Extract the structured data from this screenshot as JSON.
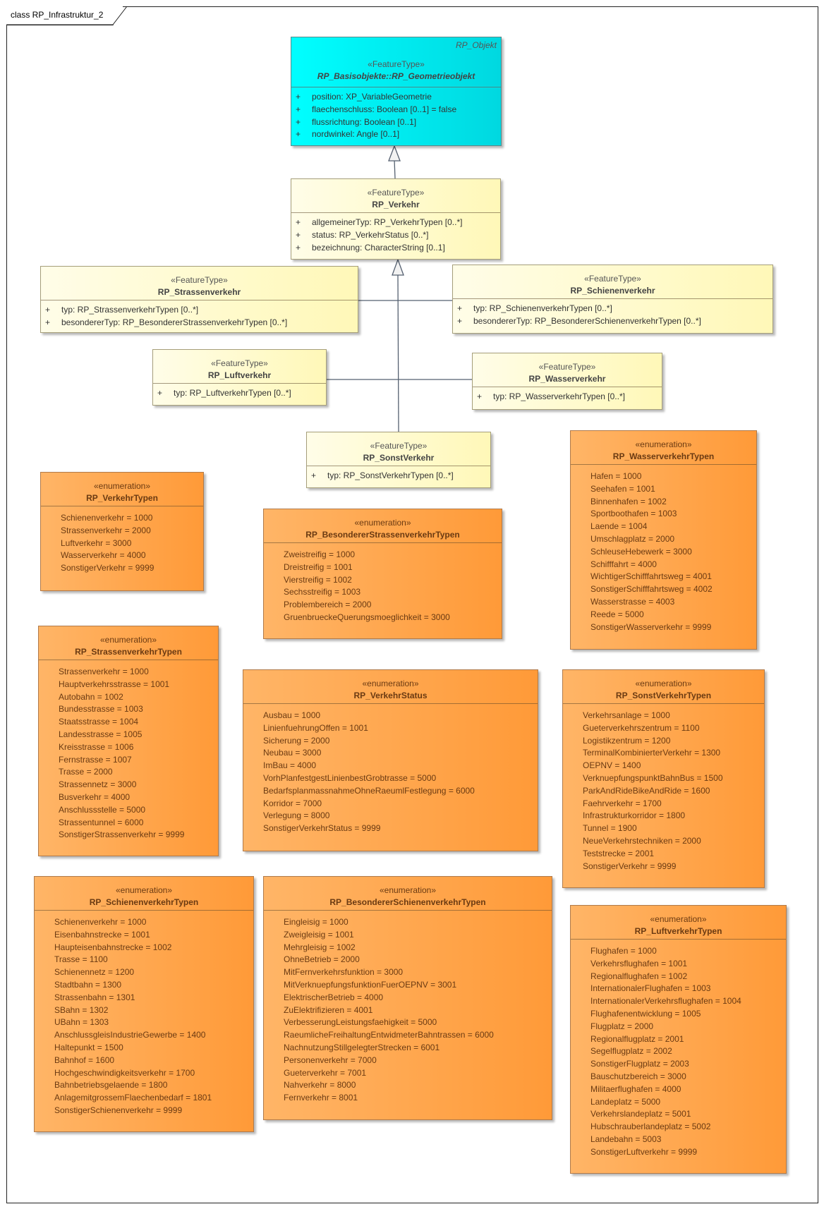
{
  "diagram": {
    "title": "class RP_Infrastruktur_2"
  },
  "colors": {
    "feature_base": "#00ffff",
    "feature": "#fff8b8",
    "enumeration": "#ff9a38"
  },
  "classes": [
    {
      "id": "geometrieobjekt",
      "kind": "cyan",
      "stereotype": "«FeatureType»",
      "name": "RP_Basisobjekte::RP_Geometrieobjekt",
      "parent": "RP_Objekt",
      "items": [
        "position: XP_VariableGeometrie",
        "flaechenschluss: Boolean [0..1] = false",
        "flussrichtung: Boolean [0..1]",
        "nordwinkel: Angle [0..1]"
      ]
    },
    {
      "id": "verkehr",
      "kind": "feat",
      "stereotype": "«FeatureType»",
      "name": "RP_Verkehr",
      "items": [
        "allgemeinerTyp: RP_VerkehrTypen [0..*]",
        "status: RP_VerkehrStatus [0..*]",
        "bezeichnung: CharacterString [0..1]"
      ]
    },
    {
      "id": "strassenverkehr",
      "kind": "feat",
      "stereotype": "«FeatureType»",
      "name": "RP_Strassenverkehr",
      "items": [
        "typ: RP_StrassenverkehrTypen [0..*]",
        "besondererTyp: RP_BesondererStrassenverkehrTypen [0..*]"
      ]
    },
    {
      "id": "schienenverkehr",
      "kind": "feat",
      "stereotype": "«FeatureType»",
      "name": "RP_Schienenverkehr",
      "items": [
        "typ: RP_SchienenverkehrTypen [0..*]",
        "besondererTyp: RP_BesondererSchienenverkehrTypen [0..*]"
      ]
    },
    {
      "id": "luftverkehr",
      "kind": "feat",
      "stereotype": "«FeatureType»",
      "name": "RP_Luftverkehr",
      "items": [
        "typ: RP_LuftverkehrTypen [0..*]"
      ]
    },
    {
      "id": "wasserverkehr",
      "kind": "feat",
      "stereotype": "«FeatureType»",
      "name": "RP_Wasserverkehr",
      "items": [
        "typ: RP_WasserverkehrTypen [0..*]"
      ]
    },
    {
      "id": "sonstverkehr",
      "kind": "feat",
      "stereotype": "«FeatureType»",
      "name": "RP_SonstVerkehr",
      "items": [
        "typ: RP_SonstVerkehrTypen [0..*]"
      ]
    },
    {
      "id": "verkehrtypen",
      "kind": "enum",
      "stereotype": "«enumeration»",
      "name": "RP_VerkehrTypen",
      "items": [
        "Schienenverkehr = 1000",
        "Strassenverkehr = 2000",
        "Luftverkehr = 3000",
        "Wasserverkehr = 4000",
        "SonstigerVerkehr = 9999"
      ]
    },
    {
      "id": "besstrassen",
      "kind": "enum",
      "stereotype": "«enumeration»",
      "name": "RP_BesondererStrassenverkehrTypen",
      "items": [
        "Zweistreifig = 1000",
        "Dreistreifig = 1001",
        "Vierstreifig = 1002",
        "Sechsstreifig = 1003",
        "Problembereich = 2000",
        "GruenbrueckeQuerungsmoeglichkeit = 3000"
      ]
    },
    {
      "id": "wassertypen",
      "kind": "enum",
      "stereotype": "«enumeration»",
      "name": "RP_WasserverkehrTypen",
      "items": [
        "Hafen = 1000",
        "Seehafen = 1001",
        "Binnenhafen = 1002",
        "Sportboothafen = 1003",
        "Laende = 1004",
        "Umschlagplatz = 2000",
        "SchleuseHebewerk = 3000",
        "Schifffahrt = 4000",
        "WichtigerSchifffahrtsweg = 4001",
        "SonstigerSchifffahrtsweg = 4002",
        "Wasserstrasse = 4003",
        "Reede = 5000",
        "SonstigerWasserverkehr = 9999"
      ]
    },
    {
      "id": "strassentypen",
      "kind": "enum",
      "stereotype": "«enumeration»",
      "name": "RP_StrassenverkehrTypen",
      "items": [
        "Strassenverkehr = 1000",
        "Hauptverkehrsstrasse = 1001",
        "Autobahn = 1002",
        "Bundesstrasse = 1003",
        "Staatsstrasse = 1004",
        "Landesstrasse = 1005",
        "Kreisstrasse = 1006",
        "Fernstrasse = 1007",
        "Trasse = 2000",
        "Strassennetz = 3000",
        "Busverkehr = 4000",
        "Anschlussstelle = 5000",
        "Strassentunnel = 6000",
        "SonstigerStrassenverkehr = 9999"
      ]
    },
    {
      "id": "verkehrstatus",
      "kind": "enum",
      "stereotype": "«enumeration»",
      "name": "RP_VerkehrStatus",
      "items": [
        "Ausbau = 1000",
        "LinienfuehrungOffen = 1001",
        "Sicherung = 2000",
        "Neubau = 3000",
        "ImBau = 4000",
        "VorhPlanfestgestLinienbestGrobtrasse = 5000",
        "BedarfsplanmassnahmeOhneRaeumlFestlegung = 6000",
        "Korridor = 7000",
        "Verlegung = 8000",
        "SonstigerVerkehrStatus = 9999"
      ]
    },
    {
      "id": "sonsttypen",
      "kind": "enum",
      "stereotype": "«enumeration»",
      "name": "RP_SonstVerkehrTypen",
      "items": [
        "Verkehrsanlage = 1000",
        "Gueterverkehrszentrum = 1100",
        "Logistikzentrum = 1200",
        "TerminalKombinierterVerkehr = 1300",
        "OEPNV = 1400",
        "VerknuepfungspunktBahnBus = 1500",
        "ParkAndRideBikeAndRide = 1600",
        "Faehrverkehr = 1700",
        "Infrastrukturkorridor = 1800",
        "Tunnel = 1900",
        "NeueVerkehrstechniken = 2000",
        "Teststrecke = 2001",
        "SonstigerVerkehr = 9999"
      ]
    },
    {
      "id": "schienentypen",
      "kind": "enum",
      "stereotype": "«enumeration»",
      "name": "RP_SchienenverkehrTypen",
      "items": [
        "Schienenverkehr = 1000",
        "Eisenbahnstrecke = 1001",
        "Haupteisenbahnstrecke = 1002",
        "Trasse = 1100",
        "Schienennetz = 1200",
        "Stadtbahn = 1300",
        "Strassenbahn = 1301",
        "SBahn = 1302",
        "UBahn = 1303",
        "AnschlussgleisIndustrieGewerbe = 1400",
        "Haltepunkt = 1500",
        "Bahnhof = 1600",
        "Hochgeschwindigkeitsverkehr = 1700",
        "Bahnbetriebsgelaende = 1800",
        "AnlagemitgrossemFlaechenbedarf = 1801",
        "SonstigerSchienenverkehr = 9999"
      ]
    },
    {
      "id": "besschienen",
      "kind": "enum",
      "stereotype": "«enumeration»",
      "name": "RP_BesondererSchienenverkehrTypen",
      "items": [
        "Eingleisig = 1000",
        "Zweigleisig = 1001",
        "Mehrgleisig = 1002",
        "OhneBetrieb = 2000",
        "MitFernverkehrsfunktion = 3000",
        "MitVerknuepfungsfunktionFuerOEPNV = 3001",
        "ElektrischerBetrieb = 4000",
        "ZuElektrifizieren = 4001",
        "VerbesserungLeistungsfaehigkeit = 5000",
        "RaeumlicheFreihaltungEntwidmeterBahntrassen = 6000",
        "NachnutzungStillgelegterStrecken = 6001",
        "Personenverkehr = 7000",
        "Gueterverkehr = 7001",
        "Nahverkehr = 8000",
        "Fernverkehr = 8001"
      ]
    },
    {
      "id": "lufttypen",
      "kind": "enum",
      "stereotype": "«enumeration»",
      "name": "RP_LuftverkehrTypen",
      "items": [
        "Flughafen = 1000",
        "Verkehrsflughafen = 1001",
        "Regionalflughafen = 1002",
        "InternationalerFlughafen = 1003",
        "InternationalerVerkehrsflughafen = 1004",
        "Flughafenentwicklung = 1005",
        "Flugplatz = 2000",
        "Regionalflugplatz = 2001",
        "Segelflugplatz = 2002",
        "SonstigerFlugplatz = 2003",
        "Bauschutzbereich = 3000",
        "Militaerflughafen = 4000",
        "Landeplatz = 5000",
        "Verkehrslandeplatz = 5001",
        "Hubschrauberlandeplatz = 5002",
        "Landebahn = 5003",
        "SonstigerLuftverkehr = 9999"
      ]
    }
  ]
}
